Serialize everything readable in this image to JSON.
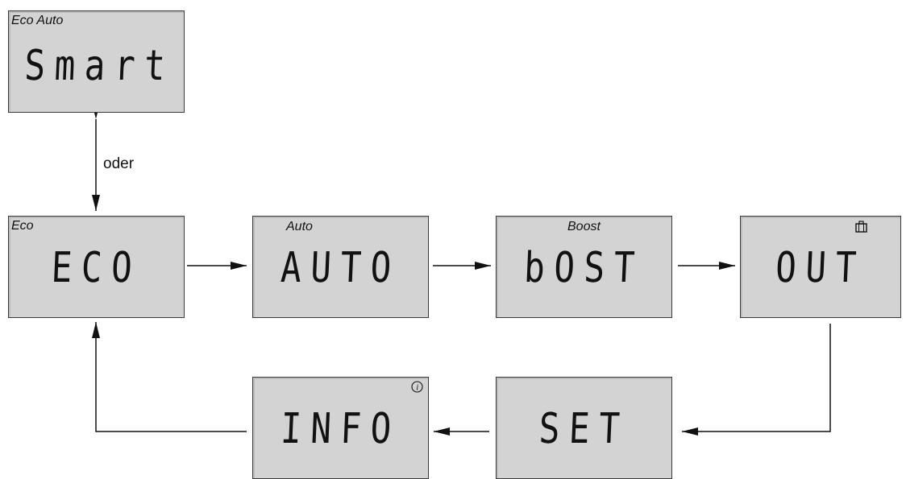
{
  "panels": {
    "smart": {
      "mode": "Eco Auto",
      "display": "Smart"
    },
    "eco": {
      "mode": "Eco",
      "display": "ECO"
    },
    "auto": {
      "mode": "Auto",
      "display": "AUTO"
    },
    "boost": {
      "mode": "Boost",
      "display": "bOST"
    },
    "out": {
      "mode": "",
      "display": "OUT",
      "icon": "suitcase-icon"
    },
    "set": {
      "mode": "",
      "display": "SET"
    },
    "info": {
      "mode": "",
      "display": "INFO",
      "icon": "info-icon"
    }
  },
  "connector_label": "oder",
  "colors": {
    "panel_fill": "#d3d3d3",
    "panel_border": "#3a3a3a",
    "line": "#111111"
  }
}
